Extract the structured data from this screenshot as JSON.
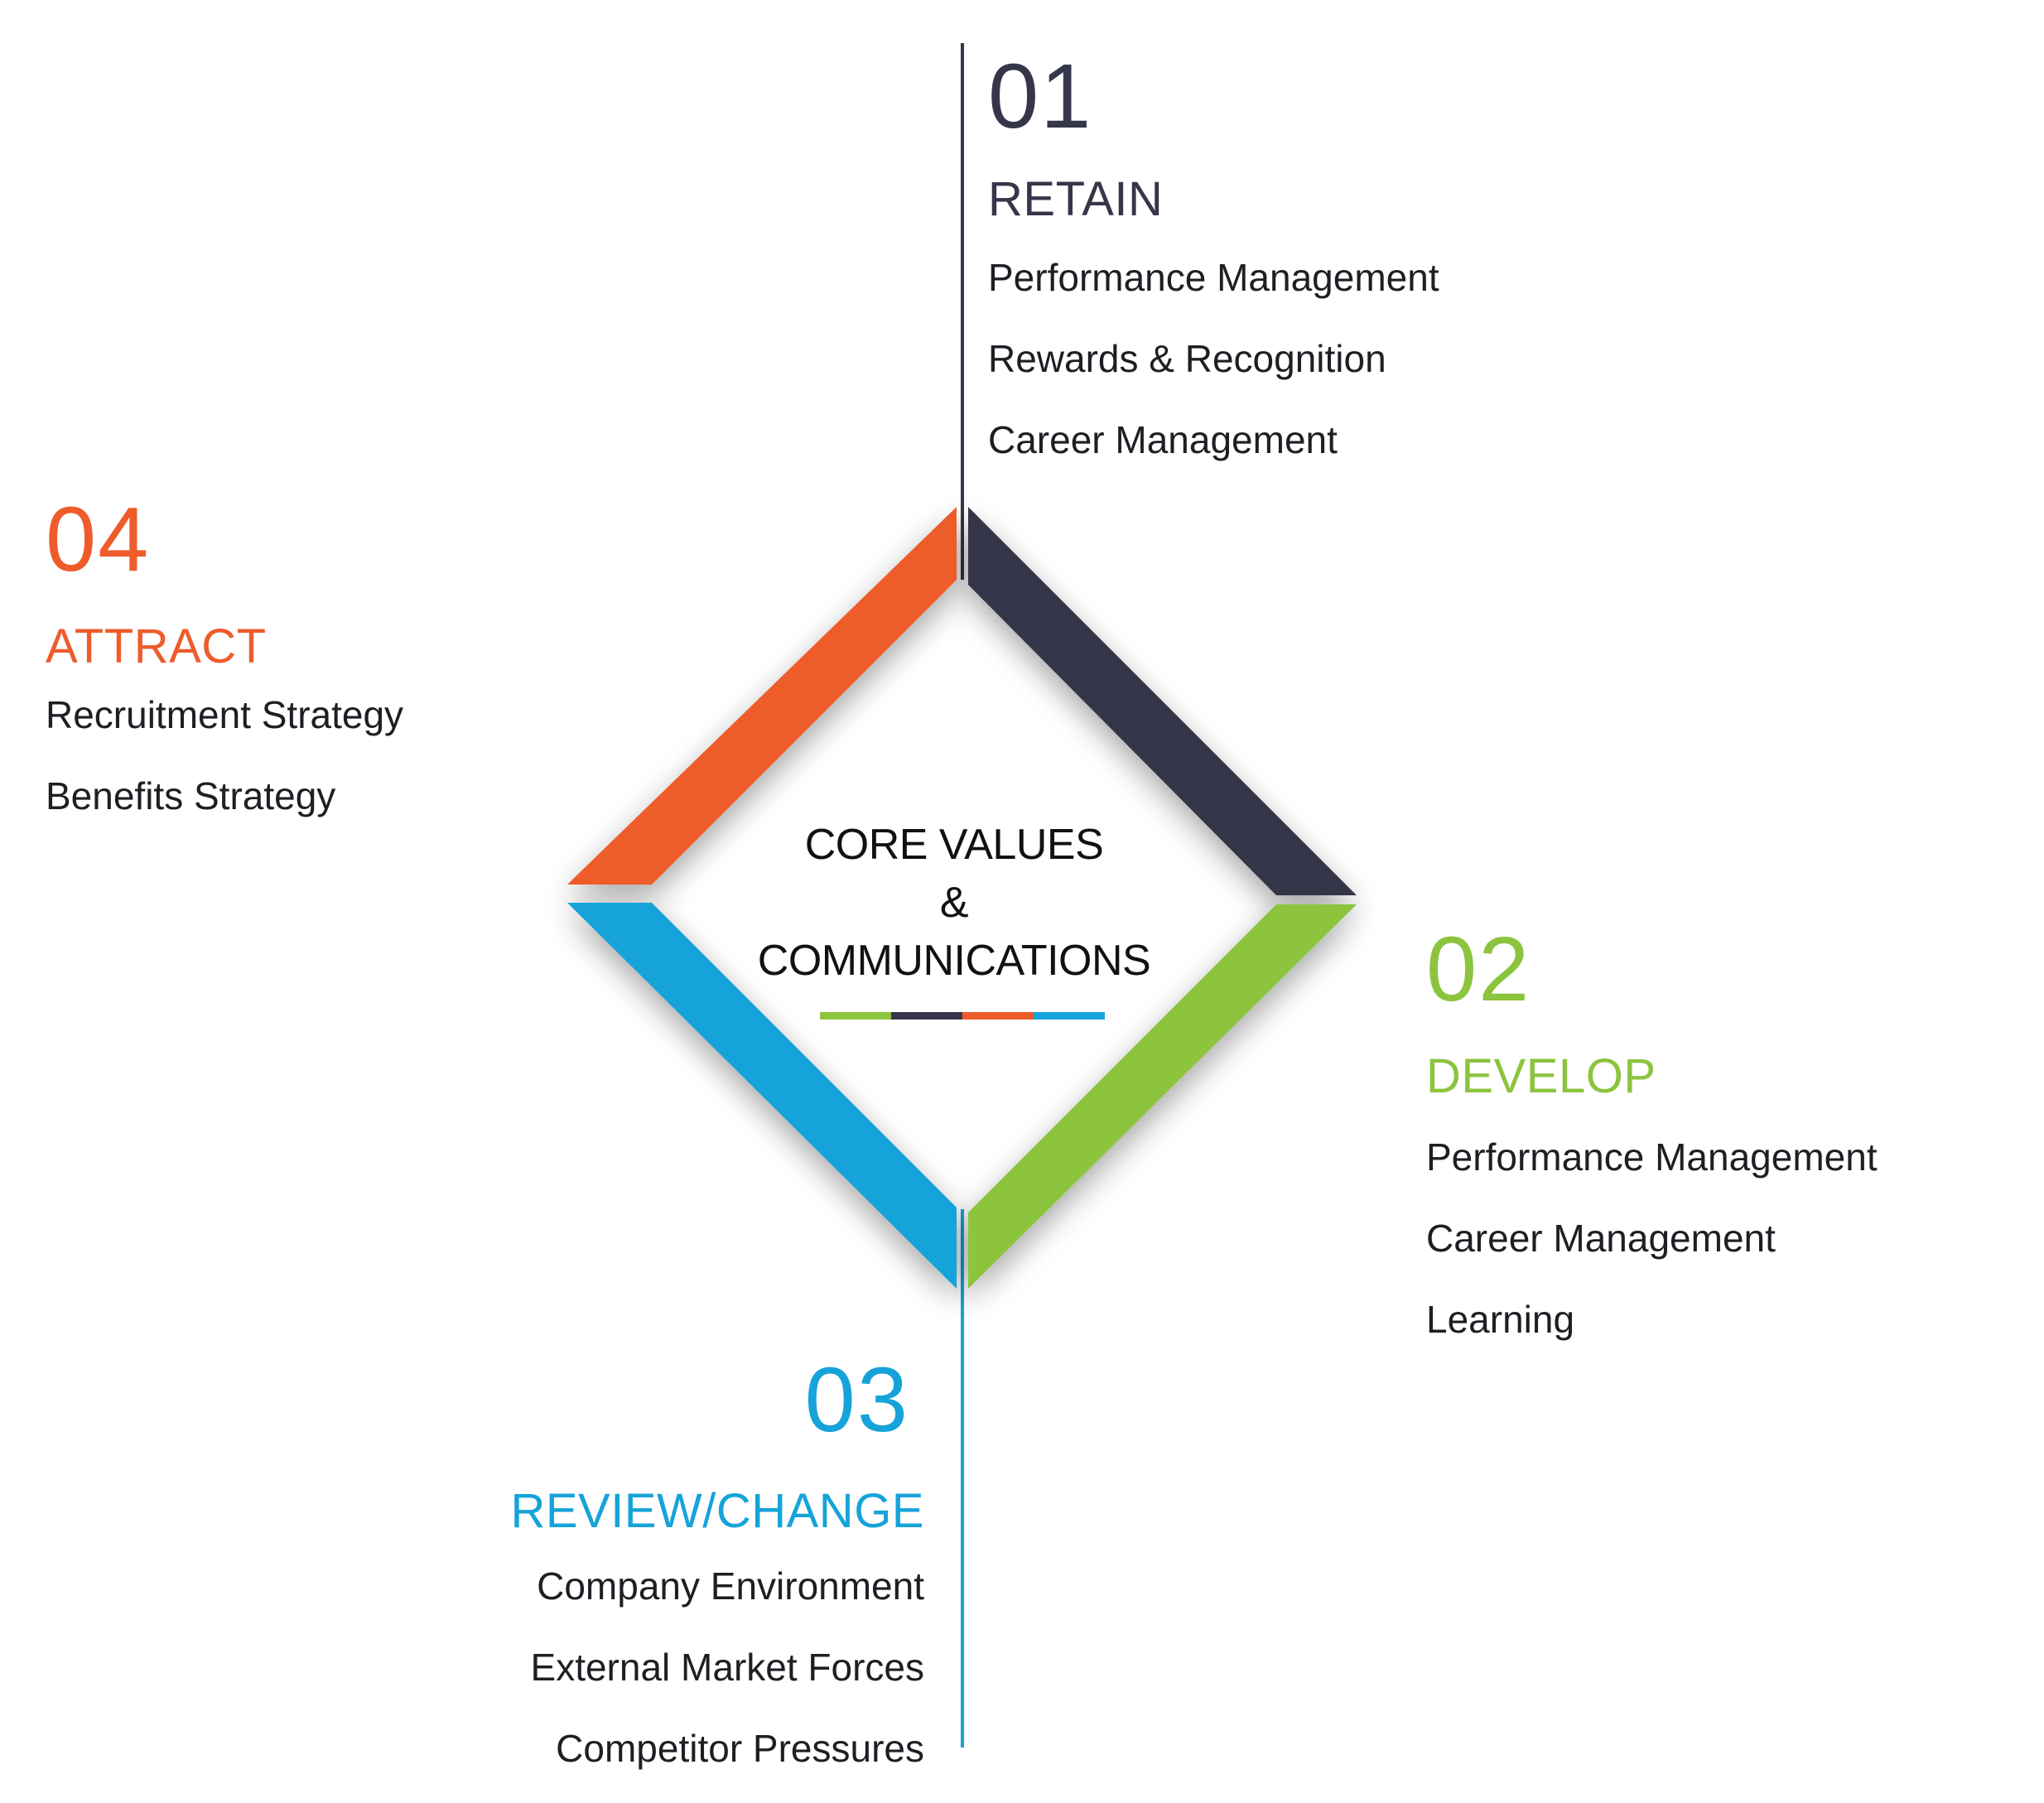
{
  "colors": {
    "retain": "#35364a",
    "develop": "#8cc43e",
    "review": "#16a3d9",
    "attract": "#ee5c2b"
  },
  "center": {
    "line1": "CORE VALUES",
    "line2": "&",
    "line3": "COMMUNICATIONS"
  },
  "sections": {
    "retain": {
      "number": "01",
      "title": "RETAIN",
      "items": [
        "Performance Management",
        "Rewards & Recognition",
        "Career Management"
      ]
    },
    "develop": {
      "number": "02",
      "title": "DEVELOP",
      "items": [
        "Performance Management",
        "Career Management",
        "Learning"
      ]
    },
    "review": {
      "number": "03",
      "title": "REVIEW/CHANGE",
      "items": [
        "Company Environment",
        "External Market Forces",
        "Competitor Pressures"
      ]
    },
    "attract": {
      "number": "04",
      "title": "ATTRACT",
      "items": [
        "Recruitment Strategy",
        "Benefits Strategy"
      ]
    }
  }
}
